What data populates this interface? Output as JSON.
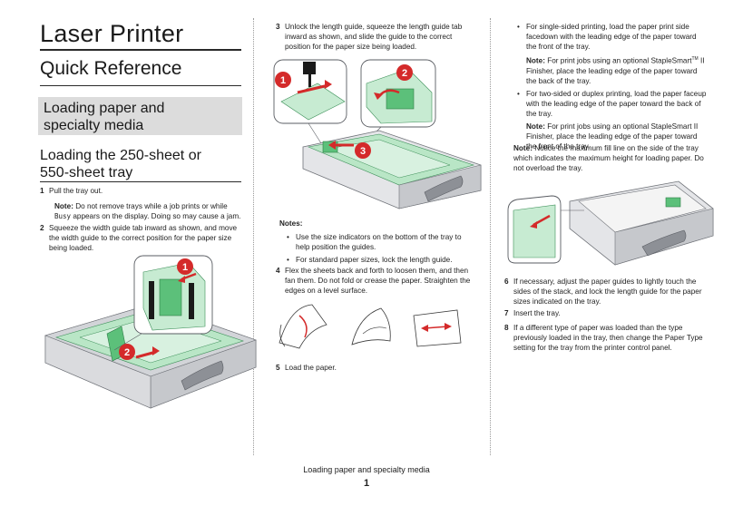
{
  "doc": {
    "title": "Laser Printer",
    "subtitle": "Quick Reference",
    "section_line1": "Loading paper and",
    "section_line2": "specialty media",
    "sub_line1": "Loading the 250-sheet or",
    "sub_line2": "550-sheet tray"
  },
  "col1": {
    "step1_num": "1",
    "step1_text": "Pull the tray out.",
    "note1_label": "Note:",
    "note1_text_a": "Do not remove trays while a job prints or while",
    "note1_mono": "Busy",
    "note1_text_b": "appears on the display. Doing so may cause a jam.",
    "step2_num": "2",
    "step2_text": "Squeeze the width guide tab inward as shown, and move the width guide to the correct position for the paper size being loaded."
  },
  "col2": {
    "step3_num": "3",
    "step3_text": "Unlock the length guide, squeeze the length guide tab inward as shown, and slide the guide to the correct position for the paper size being loaded.",
    "notes_label": "Notes:",
    "notes": [
      "Use the size indicators on the bottom of the tray to help position the guides.",
      "For standard paper sizes, lock the length guide."
    ],
    "step4_num": "4",
    "step4_text": "Flex the sheets back and forth to loosen them, and then fan them. Do not fold or crease the paper. Straighten the edges on a level surface.",
    "step5_num": "5",
    "step5_text": "Load the paper."
  },
  "col3": {
    "bullet1": "For single-sided printing, load the paper print side facedown with the leading edge of the paper toward the front of the tray.",
    "note_a_label": "Note:",
    "note_a_text_1": "For print jobs using an optional StapleSmart",
    "note_a_tm": "TM",
    "note_a_text_2": " II Finisher, place the leading edge of the paper toward the back of the tray.",
    "bullet2": "For two-sided or duplex printing, load the paper faceup with the leading edge of the paper toward the back of the tray.",
    "note_b_label": "Note:",
    "note_b_text": "For print jobs using an optional StapleSmart II Finisher, place the leading edge of the paper toward the front of the tray.",
    "note_c_label": "Note:",
    "note_c_text": "Notice the maximum fill line on the side of the tray which indicates the maximum height for loading paper. Do not overload the tray.",
    "step6_num": "6",
    "step6_text": "If necessary, adjust the paper guides to lightly touch the sides of the stack, and lock the length guide for the paper sizes indicated on the tray.",
    "step7_num": "7",
    "step7_text": "Insert the tray.",
    "step8_num": "8",
    "step8_text": "If a different type of paper was loaded than the type previously loaded in the tray, then change the Paper Type setting for the tray from the printer control panel."
  },
  "figures": {
    "callout_1": "1",
    "callout_2": "2",
    "callout_3": "3"
  },
  "footer": {
    "section": "Loading paper and specialty media",
    "page": "1"
  },
  "colors": {
    "callout_red": "#d42a2a",
    "tray_green": "#5cc07a",
    "tray_gray": "#c9cbd0",
    "section_box_gray": "#dcdcdc"
  }
}
